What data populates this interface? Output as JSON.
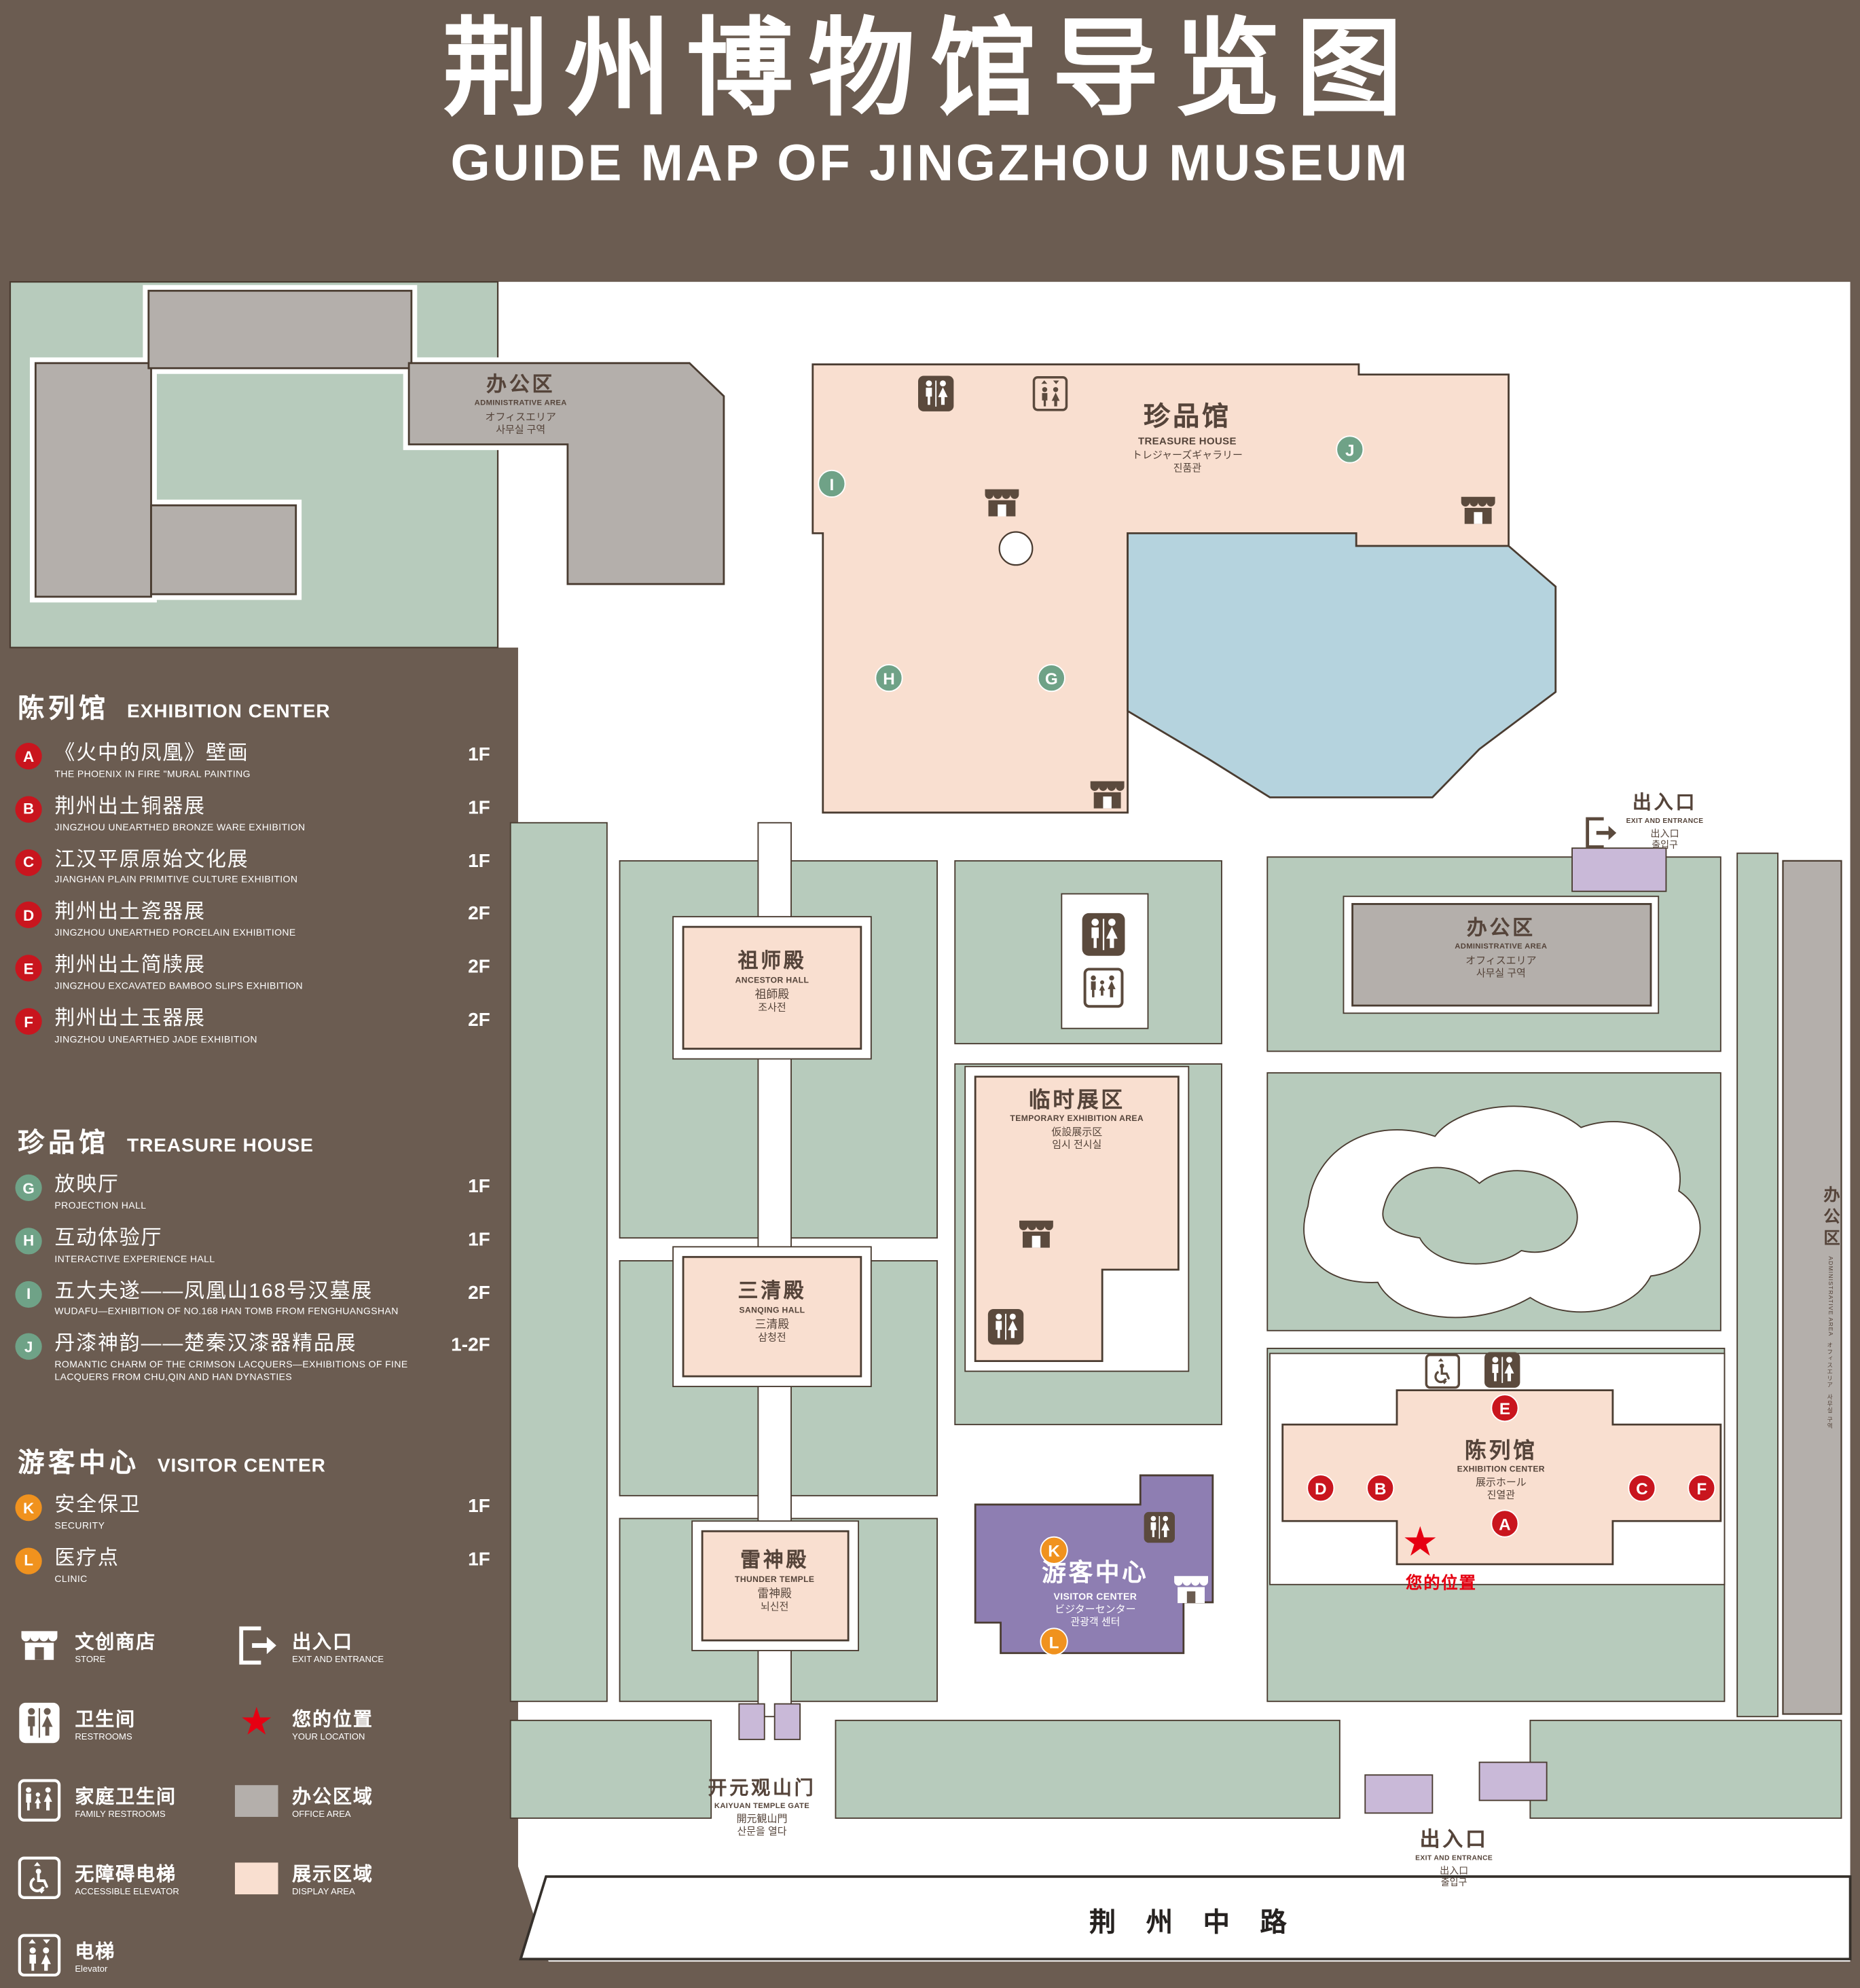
{
  "header": {
    "title_zh": "荆州博物馆导览图",
    "title_en": "GUIDE MAP OF JINGZHOU MUSEUM"
  },
  "legend": {
    "sections": [
      {
        "zh": "陈列馆",
        "en": "EXHIBITION CENTER"
      },
      {
        "zh": "珍品馆",
        "en": "TREASURE HOUSE"
      },
      {
        "zh": "游客中心",
        "en": "VISITOR CENTER"
      }
    ],
    "items": [
      {
        "letter": "A",
        "zh": "《火中的凤凰》壁画",
        "en": "THE PHOENIX IN FIRE \"MURAL PAINTING",
        "floor": "1F"
      },
      {
        "letter": "B",
        "zh": "荆州出土铜器展",
        "en": "JINGZHOU UNEARTHED BRONZE WARE EXHIBITION",
        "floor": "1F"
      },
      {
        "letter": "C",
        "zh": "江汉平原原始文化展",
        "en": "JIANGHAN PLAIN PRIMITIVE CULTURE EXHIBITION",
        "floor": "1F"
      },
      {
        "letter": "D",
        "zh": "荆州出土瓷器展",
        "en": "JINGZHOU UNEARTHED PORCELAIN EXHIBITIONE",
        "floor": "2F"
      },
      {
        "letter": "E",
        "zh": "荆州出土简牍展",
        "en": "JINGZHOU EXCAVATED BAMBOO SLIPS EXHIBITION",
        "floor": "2F"
      },
      {
        "letter": "F",
        "zh": "荆州出土玉器展",
        "en": "JINGZHOU UNEARTHED JADE EXHIBITION",
        "floor": "2F"
      },
      {
        "letter": "G",
        "zh": "放映厅",
        "en": "PROJECTION HALL",
        "floor": "1F"
      },
      {
        "letter": "H",
        "zh": "互动体验厅",
        "en": "INTERACTIVE EXPERIENCE HALL",
        "floor": "1F"
      },
      {
        "letter": "I",
        "zh": "五大夫遂——凤凰山168号汉墓展",
        "en": "WUDAFU—EXHIBITION OF NO.168 HAN TOMB FROM FENGHUANGSHAN",
        "floor": "2F"
      },
      {
        "letter": "J",
        "zh": "丹漆神韵——楚秦汉漆器精品展",
        "en": "ROMANTIC CHARM OF THE CRIMSON LACQUERS—EXHIBITIONS OF FINE LACQUERS FROM CHU,QIN AND HAN DYNASTIES",
        "floor": "1-2F"
      },
      {
        "letter": "K",
        "zh": "安全保卫",
        "en": "SECURITY",
        "floor": "1F"
      },
      {
        "letter": "L",
        "zh": "医疗点",
        "en": "CLINIC",
        "floor": "1F"
      }
    ],
    "symbols_left": [
      {
        "zh": "文创商店",
        "en": "STORE"
      },
      {
        "zh": "卫生间",
        "en": "RESTROOMS"
      },
      {
        "zh": "家庭卫生间",
        "en": "FAMILY RESTROOMS"
      },
      {
        "zh": "无障碍电梯",
        "en": "ACCESSIBLE ELEVATOR"
      },
      {
        "zh": "电梯",
        "en": "Elevator"
      }
    ],
    "symbols_right": [
      {
        "zh": "出入口",
        "en": "EXIT AND ENTRANCE"
      },
      {
        "zh": "您的位置",
        "en": "YOUR LOCATION"
      },
      {
        "zh": "办公区域",
        "en": "OFFICE AREA"
      },
      {
        "zh": "展示区域",
        "en": "DISPLAY AREA"
      }
    ]
  },
  "map": {
    "admin": {
      "zh": "办公区",
      "en": "ADMINISTRATIVE AREA",
      "ja": "オフィスエリア",
      "ko": "사무실 구역"
    },
    "treasure": {
      "zh": "珍品馆",
      "en": "TREASURE HOUSE",
      "ja": "トレジャーズギャラリー",
      "ko": "진품관"
    },
    "exit": {
      "zh": "出入口",
      "en": "EXIT AND ENTRANCE",
      "ja": "出入口",
      "ko": "출입구"
    },
    "ancestor": {
      "zh": "祖师殿",
      "en": "ANCESTOR HALL",
      "ja": "祖師殿",
      "ko": "조사전"
    },
    "temporary": {
      "zh": "临时展区",
      "en": "TEMPORARY EXHIBITION AREA",
      "ja": "仮設展示区",
      "ko": "임시 전시실"
    },
    "sanqing": {
      "zh": "三清殿",
      "en": "SANQING HALL",
      "ja": "三清殿",
      "ko": "삼청전"
    },
    "thunder": {
      "zh": "雷神殿",
      "en": "THUNDER TEMPLE",
      "ja": "雷神殿",
      "ko": "뇌신전"
    },
    "visitor": {
      "zh": "游客中心",
      "en": "VISITOR CENTER",
      "ja": "ビジターセンター",
      "ko": "관광객 센터"
    },
    "exhibition": {
      "zh": "陈列馆",
      "en": "EXHIBITION CENTER",
      "ja": "展示ホール",
      "ko": "진열관"
    },
    "gate": {
      "zh": "开元观山门",
      "en": "KAIYUAN TEMPLE GATE",
      "ja": "開元観山門",
      "ko": "산문을 열다"
    },
    "your_location": "您的位置",
    "road": "荆 州 中 路",
    "badges": [
      "A",
      "B",
      "C",
      "D",
      "E",
      "F",
      "G",
      "H",
      "I",
      "J",
      "K",
      "L"
    ]
  },
  "colors": {
    "background_brown": "#6b5c51",
    "ground_green": "#b7cbbc",
    "display_pink": "#f9dfd0",
    "office_gray": "#b4afab",
    "water_blue": "#b5d3de",
    "visitor_purple": "#8e7eb2",
    "entrance_lavender": "#c9b9d8",
    "badge_red": "#c9151e",
    "badge_green": "#6fa287",
    "badge_orange": "#f0921e",
    "location_red": "#e60012"
  }
}
